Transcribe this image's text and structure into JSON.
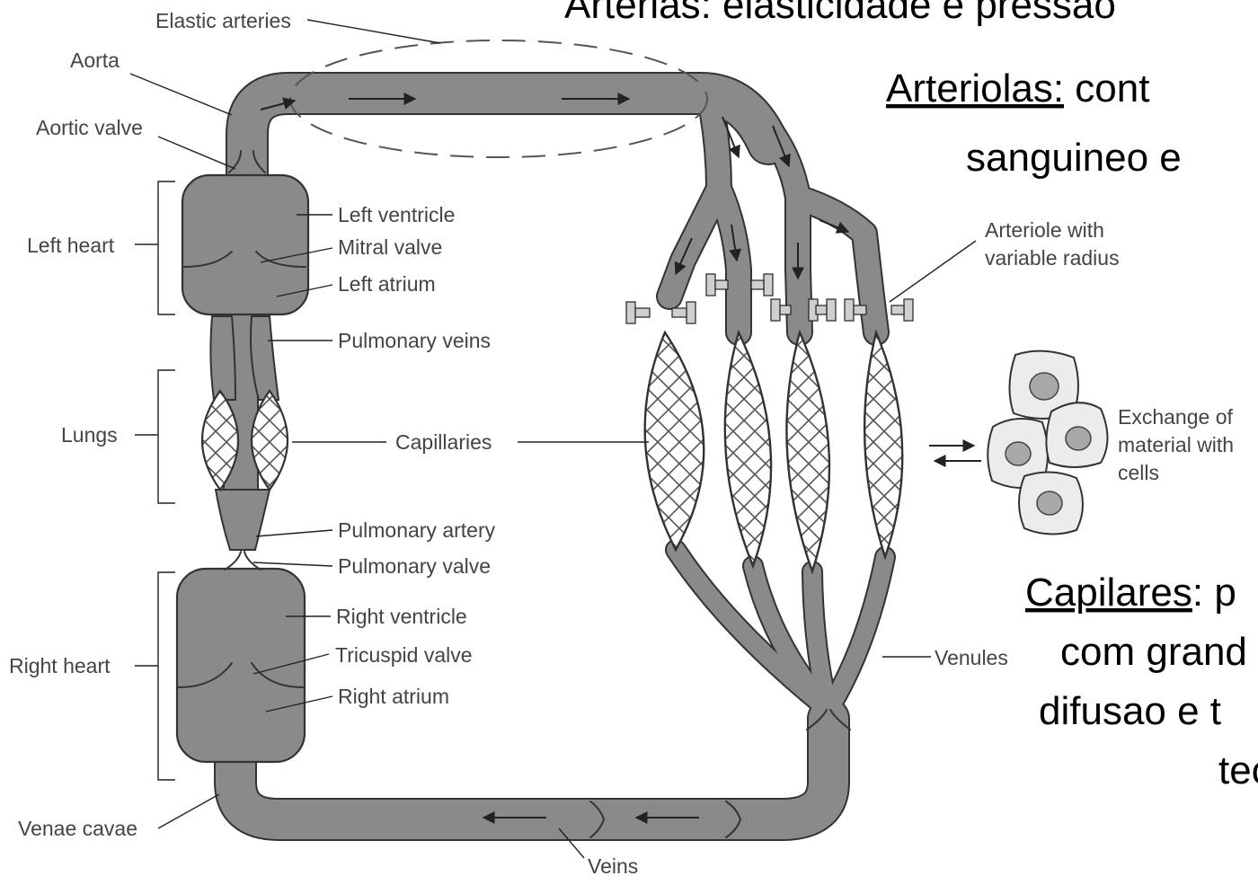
{
  "heading": {
    "title": "Arterias: elasticidade e pressão",
    "arteriolas_term": "Arteriolas:",
    "arteriolas_rest": " cont",
    "arteriolas_line2": "sanguineo e",
    "capilares_term": "Capilares",
    "capilares_rest": ": p",
    "capilares_line2": "com grand",
    "capilares_line3": "difusao e t",
    "capilares_line4": "tec"
  },
  "labels": {
    "elastic_arteries": "Elastic arteries",
    "aorta": "Aorta",
    "aortic_valve": "Aortic valve",
    "left_heart": "Left heart",
    "left_ventricle": "Left ventricle",
    "mitral_valve": "Mitral valve",
    "left_atrium": "Left atrium",
    "pulmonary_veins": "Pulmonary veins",
    "lungs": "Lungs",
    "capillaries": "Capillaries",
    "pulmonary_artery": "Pulmonary artery",
    "pulmonary_valve": "Pulmonary valve",
    "right_heart": "Right heart",
    "right_ventricle": "Right ventricle",
    "tricuspid_valve": "Tricuspid valve",
    "right_atrium": "Right atrium",
    "venae_cavae": "Venae cavae",
    "veins": "Veins",
    "venules": "Venules",
    "arteriole_line1": "Arteriole with",
    "arteriole_line2": "variable radius",
    "exchange_line1": "Exchange of",
    "exchange_line2": "material with",
    "exchange_line3": "cells"
  },
  "colors": {
    "vessel_fill": "#8a8a8a",
    "vessel_outline": "#333333",
    "text": "#444444"
  }
}
